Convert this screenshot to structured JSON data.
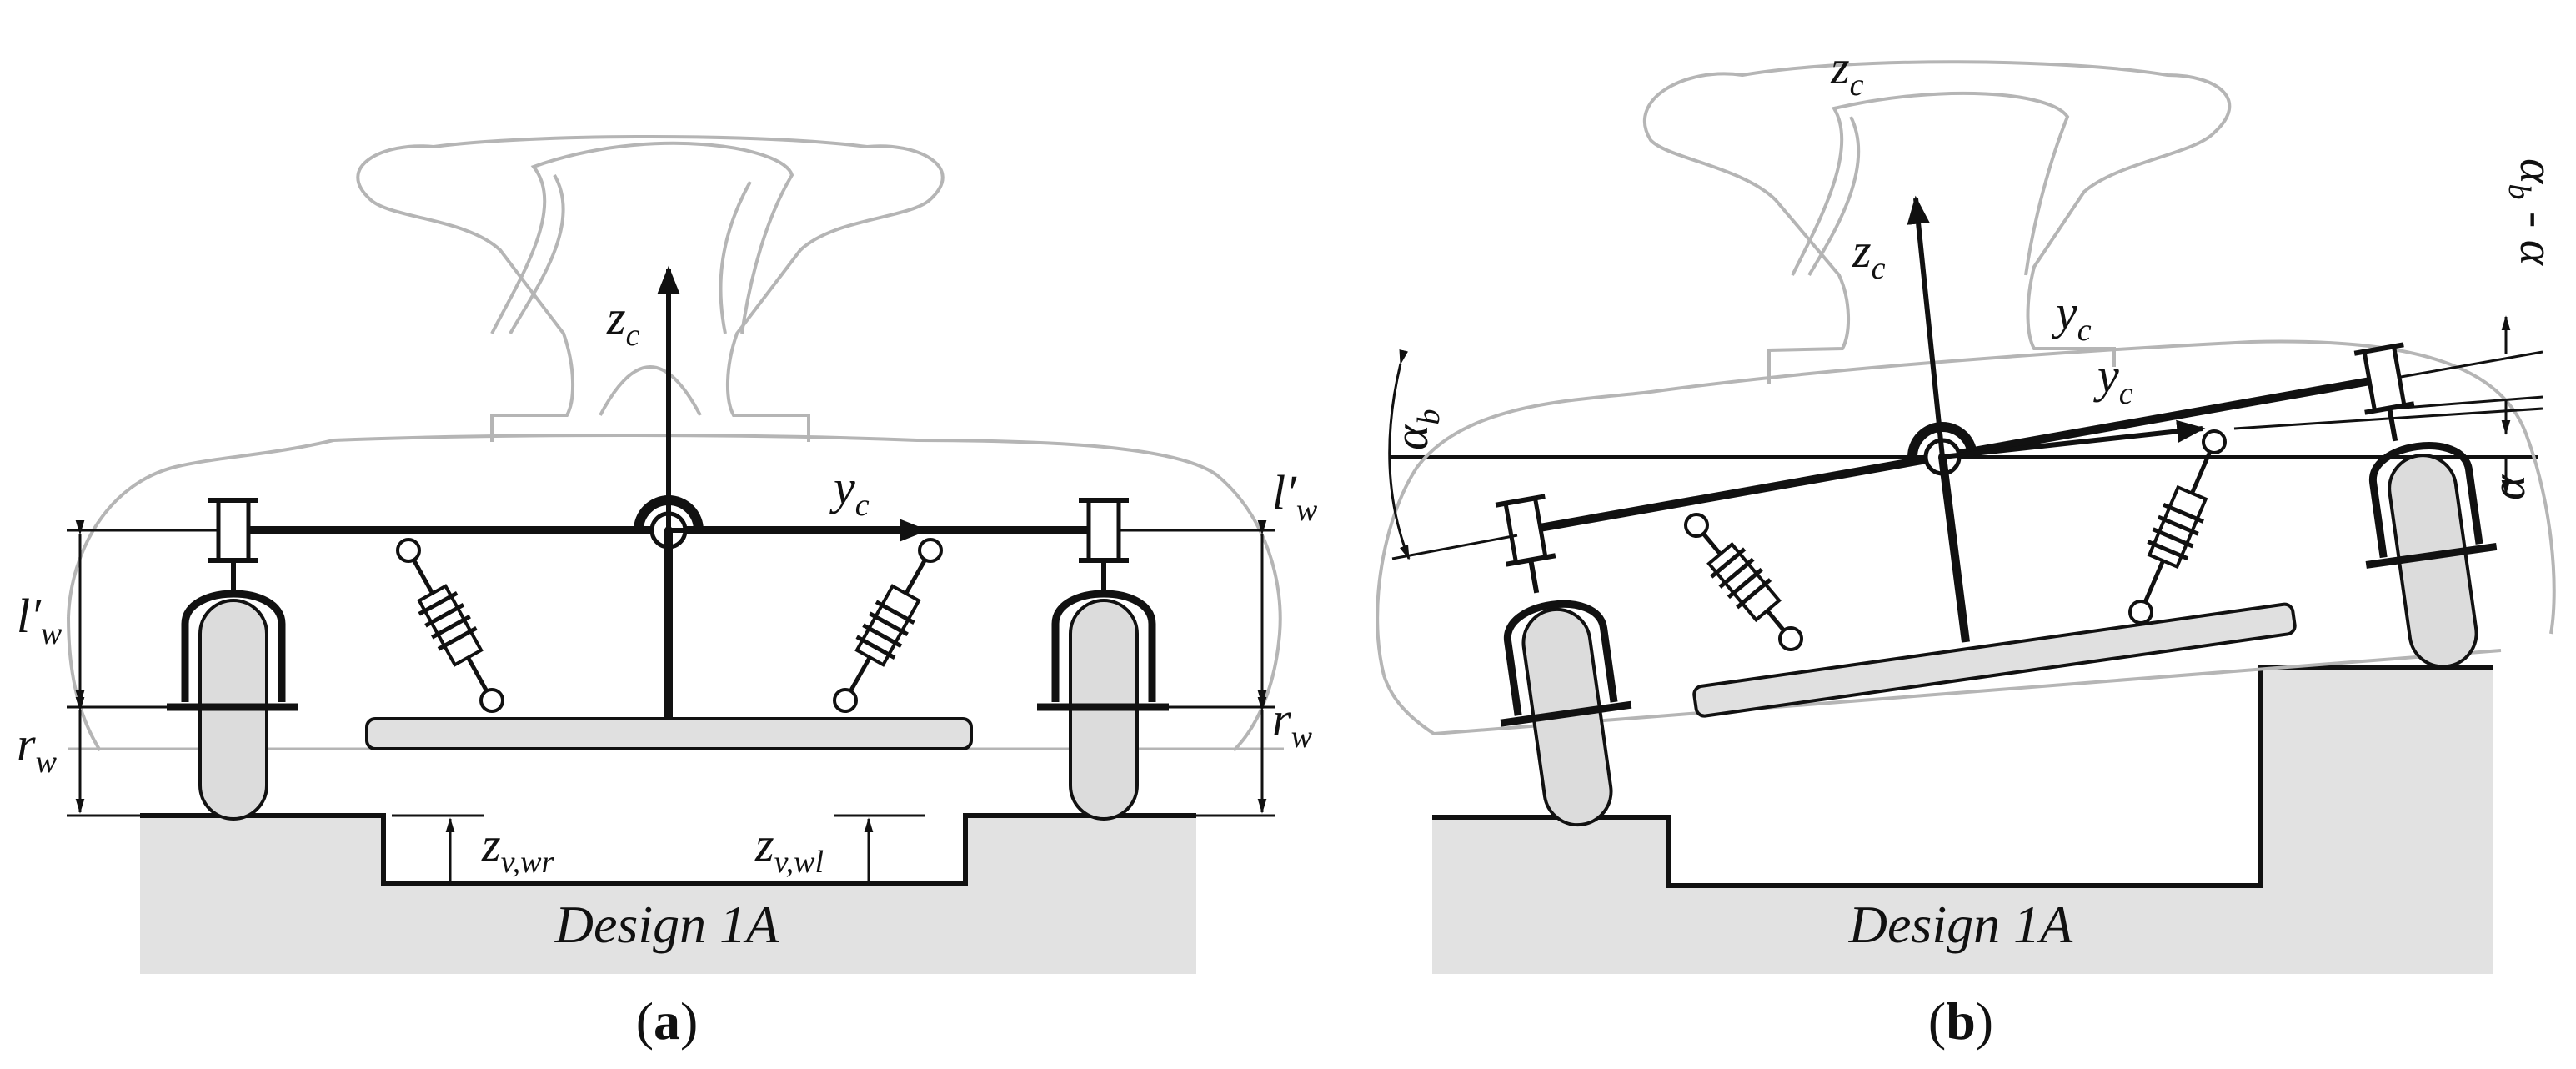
{
  "panels": [
    {
      "id": "a",
      "caption": "a",
      "design_label": "Design 1A",
      "labels": {
        "zc": {
          "main": "z",
          "sub": "c"
        },
        "yc": {
          "main": "y",
          "sub": "c"
        },
        "lw_left": {
          "main": "l′",
          "sub": "w"
        },
        "lw_right": {
          "main": "l′",
          "sub": "w"
        },
        "rw_left": {
          "main": "r",
          "sub": "w"
        },
        "rw_right": {
          "main": "r",
          "sub": "w"
        },
        "zvwr": {
          "main": "z",
          "sub": "v,wr"
        },
        "zvwl": {
          "main": "z",
          "sub": "v,wl"
        }
      }
    },
    {
      "id": "b",
      "caption": "b",
      "design_label": "Design 1A",
      "labels": {
        "zc_seat": {
          "main": "z",
          "sub": "c"
        },
        "zc": {
          "main": "z",
          "sub": "c"
        },
        "yc_seat": {
          "main": "y",
          "sub": "c"
        },
        "yc": {
          "main": "y",
          "sub": "c"
        },
        "alpha_b": {
          "main": "α",
          "sub": "b"
        },
        "alpha_b_minus_alpha": {
          "main": "α",
          "sub": "b",
          "tail": " - α"
        },
        "alpha": {
          "main": "α"
        }
      }
    }
  ]
}
